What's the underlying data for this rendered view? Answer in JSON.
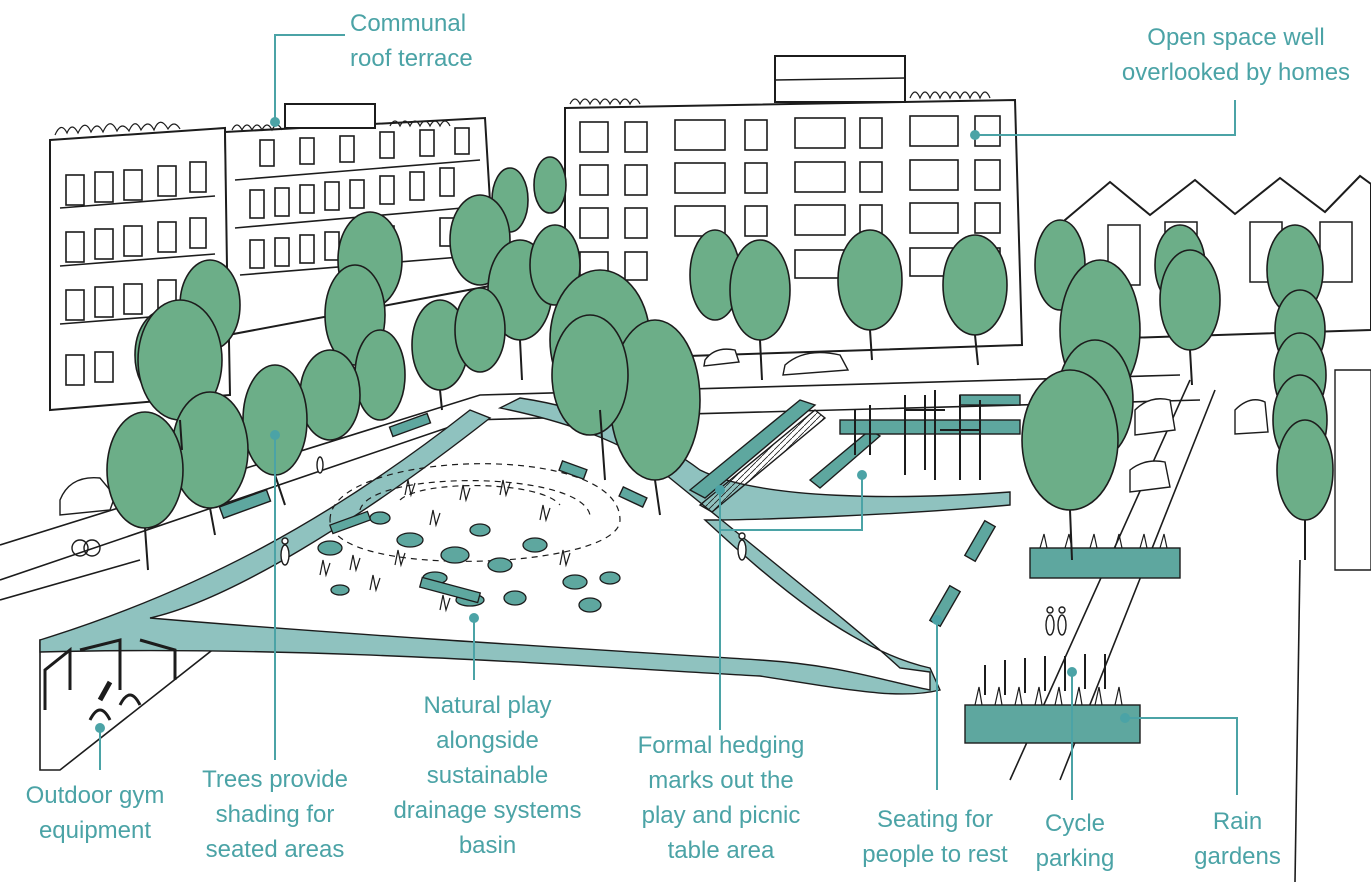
{
  "colors": {
    "tree": "#6cae88",
    "ink": "#1c1c1c",
    "teal_path": "#8fc2bf",
    "label": "#4ba3a6",
    "background": "#ffffff"
  },
  "labels": {
    "roof_terrace": [
      "Communal",
      "roof terrace"
    ],
    "open_space": [
      "Open space well",
      "overlooked by homes"
    ],
    "outdoor_gym": [
      "Outdoor gym",
      "equipment"
    ],
    "trees": [
      "Trees provide",
      "shading for",
      "seated areas"
    ],
    "natural_play": [
      "Natural play",
      "alongside",
      "sustainable",
      "drainage systems",
      "basin"
    ],
    "formal_hedging": [
      "Formal hedging",
      "marks out the",
      "play and picnic",
      "table area"
    ],
    "seating": [
      "Seating for",
      "people to rest"
    ],
    "cycle_parking": [
      "Cycle",
      "parking"
    ],
    "rain_gardens": [
      "Rain",
      "gardens"
    ]
  }
}
